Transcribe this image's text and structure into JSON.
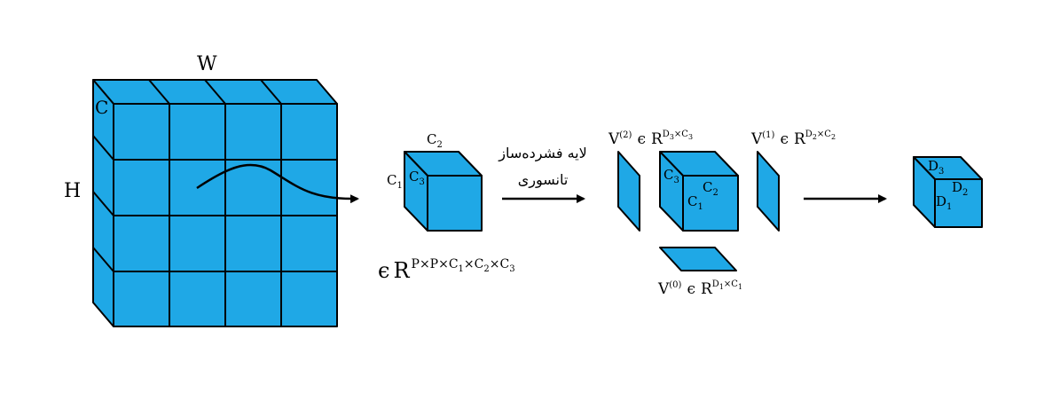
{
  "big_tensor": {
    "width_label": "W",
    "height_label": "H",
    "channel_label": "C"
  },
  "patch_cube": {
    "top_label": "C",
    "top_label_sub": "2",
    "left_label": "C",
    "left_label_sub": "1",
    "front_label": "C",
    "front_label_sub": "3",
    "membership_symbol": "ϵ",
    "space_symbol": "R",
    "space_exponent": "P×P×C",
    "exp_sub1": "1",
    "exp_mid1": "×C",
    "exp_sub2": "2",
    "exp_mid2": "×C",
    "exp_sub3": "3"
  },
  "layer_caption": {
    "line1": "لایه فشرده‌ساز",
    "line2": "تانسوری"
  },
  "factor_matrices": {
    "v2": {
      "name": "V",
      "index": "(2)",
      "in": "ϵ",
      "space": "R",
      "exp_a": "D",
      "exp_a_sub": "3",
      "exp_x": "×C",
      "exp_b_sub": "3"
    },
    "v1": {
      "name": "V",
      "index": "(1)",
      "in": "ϵ",
      "space": "R",
      "exp_a": "D",
      "exp_a_sub": "2",
      "exp_x": "×C",
      "exp_b_sub": "2"
    },
    "v0": {
      "name": "V",
      "index": "(0)",
      "in": "ϵ",
      "space": "R",
      "exp_a": "D",
      "exp_a_sub": "1",
      "exp_x": "×C",
      "exp_b_sub": "1"
    }
  },
  "core_cube": {
    "c3": "C",
    "c3_sub": "3",
    "c2": "C",
    "c2_sub": "2",
    "c1": "C",
    "c1_sub": "1"
  },
  "output_cube": {
    "d3": "D",
    "d3_sub": "3",
    "d2": "D",
    "d2_sub": "2",
    "d1": "D",
    "d1_sub": "1"
  }
}
